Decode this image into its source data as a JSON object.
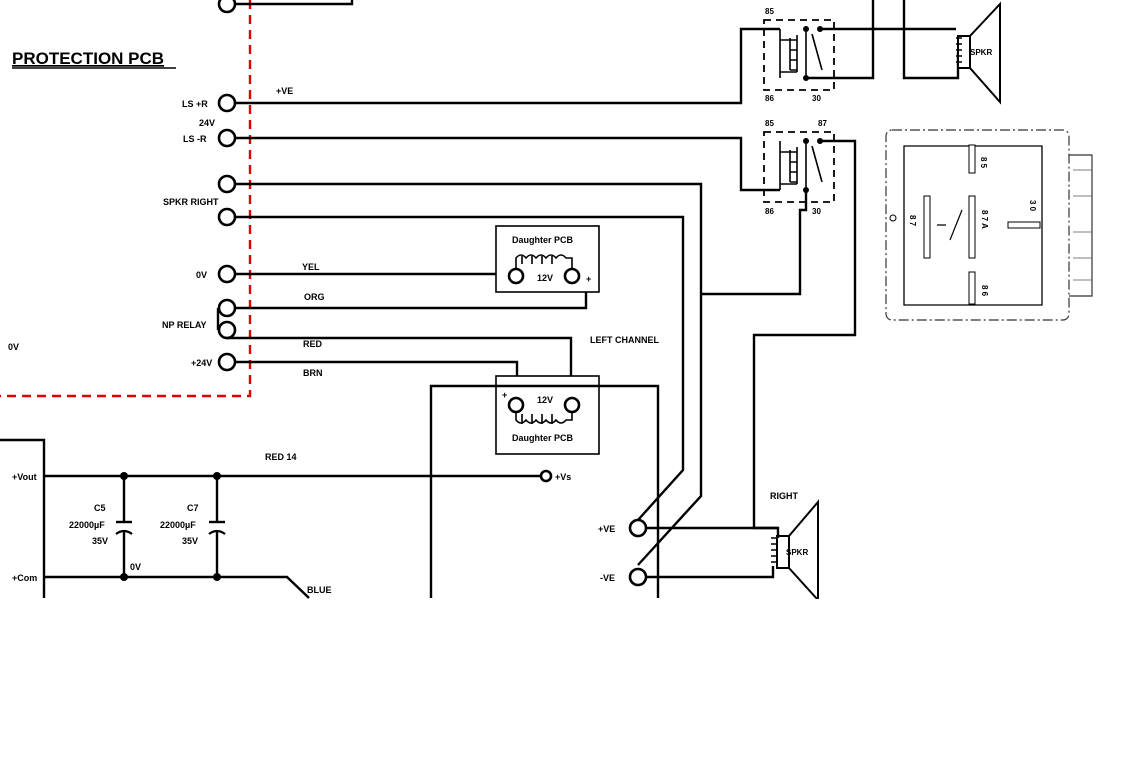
{
  "title": "PROTECTION PCB",
  "pcb_labels": {
    "ls_pos_r": "LS +R",
    "v24": "24V",
    "ls_neg_r": "LS -R",
    "spkr_right": "SPKR RIGHT",
    "zero_v": "0V",
    "np_relay": "NP RELAY",
    "plus_24v": "+24V",
    "zero_v_left": "0V"
  },
  "wire_labels": {
    "pos_ve": "+VE",
    "yel": "YEL",
    "org": "ORG",
    "red": "RED",
    "brn": "BRN",
    "red14": "RED 14",
    "blue": "BLUE",
    "left_channel": "LEFT CHANNEL",
    "vs": "+Vs"
  },
  "daughter_pcb": {
    "label": "Daughter PCB",
    "voltage": "12V",
    "plus": "+"
  },
  "relays": {
    "pin85": "85",
    "pin86": "86",
    "pin87": "87",
    "pin30": "30"
  },
  "relay_diagram": {
    "p85": "8 5",
    "p87": "8 7",
    "p87a": "8 7 A",
    "p30": "3 0",
    "p86": "8 6"
  },
  "speakers": {
    "spkr": "SPKR",
    "right": "RIGHT",
    "pos_ve": "+VE",
    "neg_ve": "-VE"
  },
  "psu": {
    "vout": "+Vout",
    "com": "+Com",
    "c5": "C5",
    "c7": "C7",
    "cap_value": "22000µF",
    "cap_voltage": "35V",
    "zero_v": "0V"
  }
}
